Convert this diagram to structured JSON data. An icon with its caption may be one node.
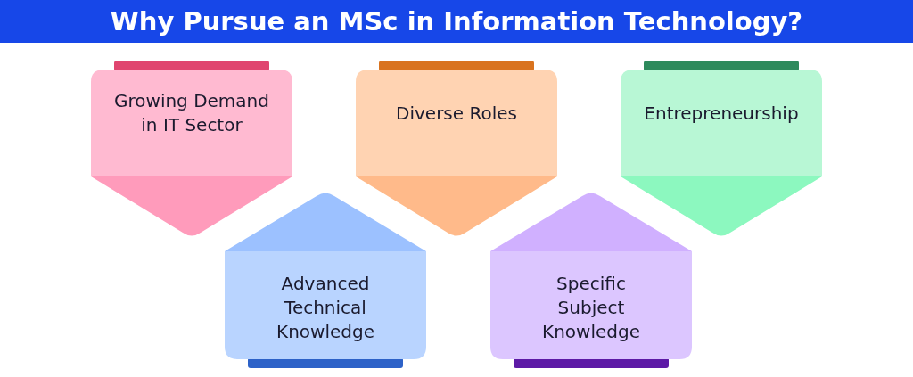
{
  "diagram": {
    "title": "Why Pursue an MSc in Information Technology?",
    "nodes": [
      {
        "text": [
          "Growing Demand in IT Sector"
        ]
      },
      {
        "text": [
          "Diverse Roles"
        ]
      },
      {
        "text": [
          "Entrepreneurship"
        ]
      },
      {
        "text": [
          "Advanced Technical Knowledge"
        ]
      },
      {
        "text": [
          "Specific Subject Knowledge"
        ]
      }
    ]
  }
}
